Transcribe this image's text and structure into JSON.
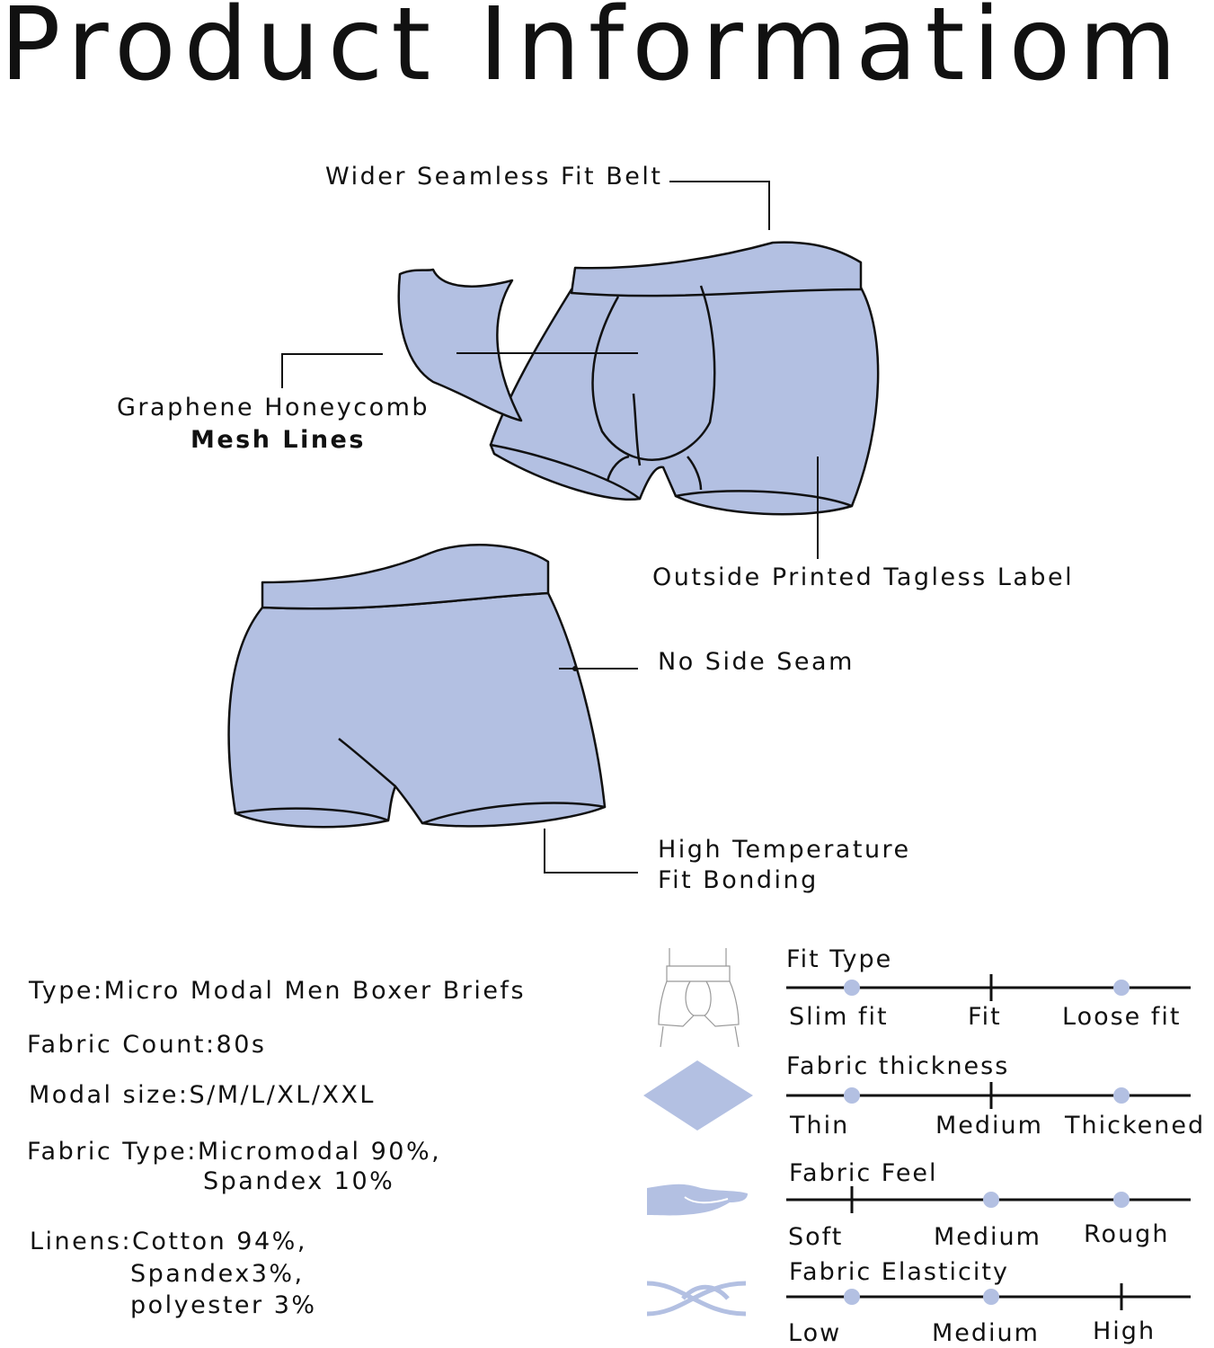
{
  "title": "Product Informatiom",
  "colors": {
    "fabric": "#b3c0e2",
    "outline": "#111111",
    "marker": "#b3c0e2"
  },
  "callouts": {
    "belt": "Wider Seamless Fit Belt",
    "mesh_line1": "Graphene Honeycomb",
    "mesh_line2": "Mesh Lines",
    "label": "Outside Printed Tagless Label",
    "seam": "No Side Seam",
    "bonding_line1": "High Temperature",
    "bonding_line2": "Fit Bonding"
  },
  "specs": {
    "type": "Type:Micro Modal Men Boxer Briefs",
    "count": "Fabric Count:80s",
    "size": "Modal size:S/M/L/XL/XXL",
    "fabric_line1": "Fabric Type:Micromodal 90%,",
    "fabric_line2": "Spandex 10%",
    "linens_line1": "Linens:Cotton 94%,",
    "linens_line2": "Spandex3%,",
    "linens_line3": "polyester 3%"
  },
  "scales": [
    {
      "title": "Fit Type",
      "icon": "boxer-outline-icon",
      "labels": [
        "Slim fit",
        "Fit",
        "Loose fit"
      ],
      "selected": 1
    },
    {
      "title": "Fabric thickness",
      "icon": "diamond-icon",
      "labels": [
        "Thin",
        "Medium",
        "Thickened"
      ],
      "selected": 1
    },
    {
      "title": "Fabric Feel",
      "icon": "hand-icon",
      "labels": [
        "Soft",
        "Medium",
        "Rough"
      ],
      "selected": 0
    },
    {
      "title": "Fabric Elasticity",
      "icon": "elastic-icon",
      "labels": [
        "Low",
        "Medium",
        "High"
      ],
      "selected": 2
    }
  ]
}
